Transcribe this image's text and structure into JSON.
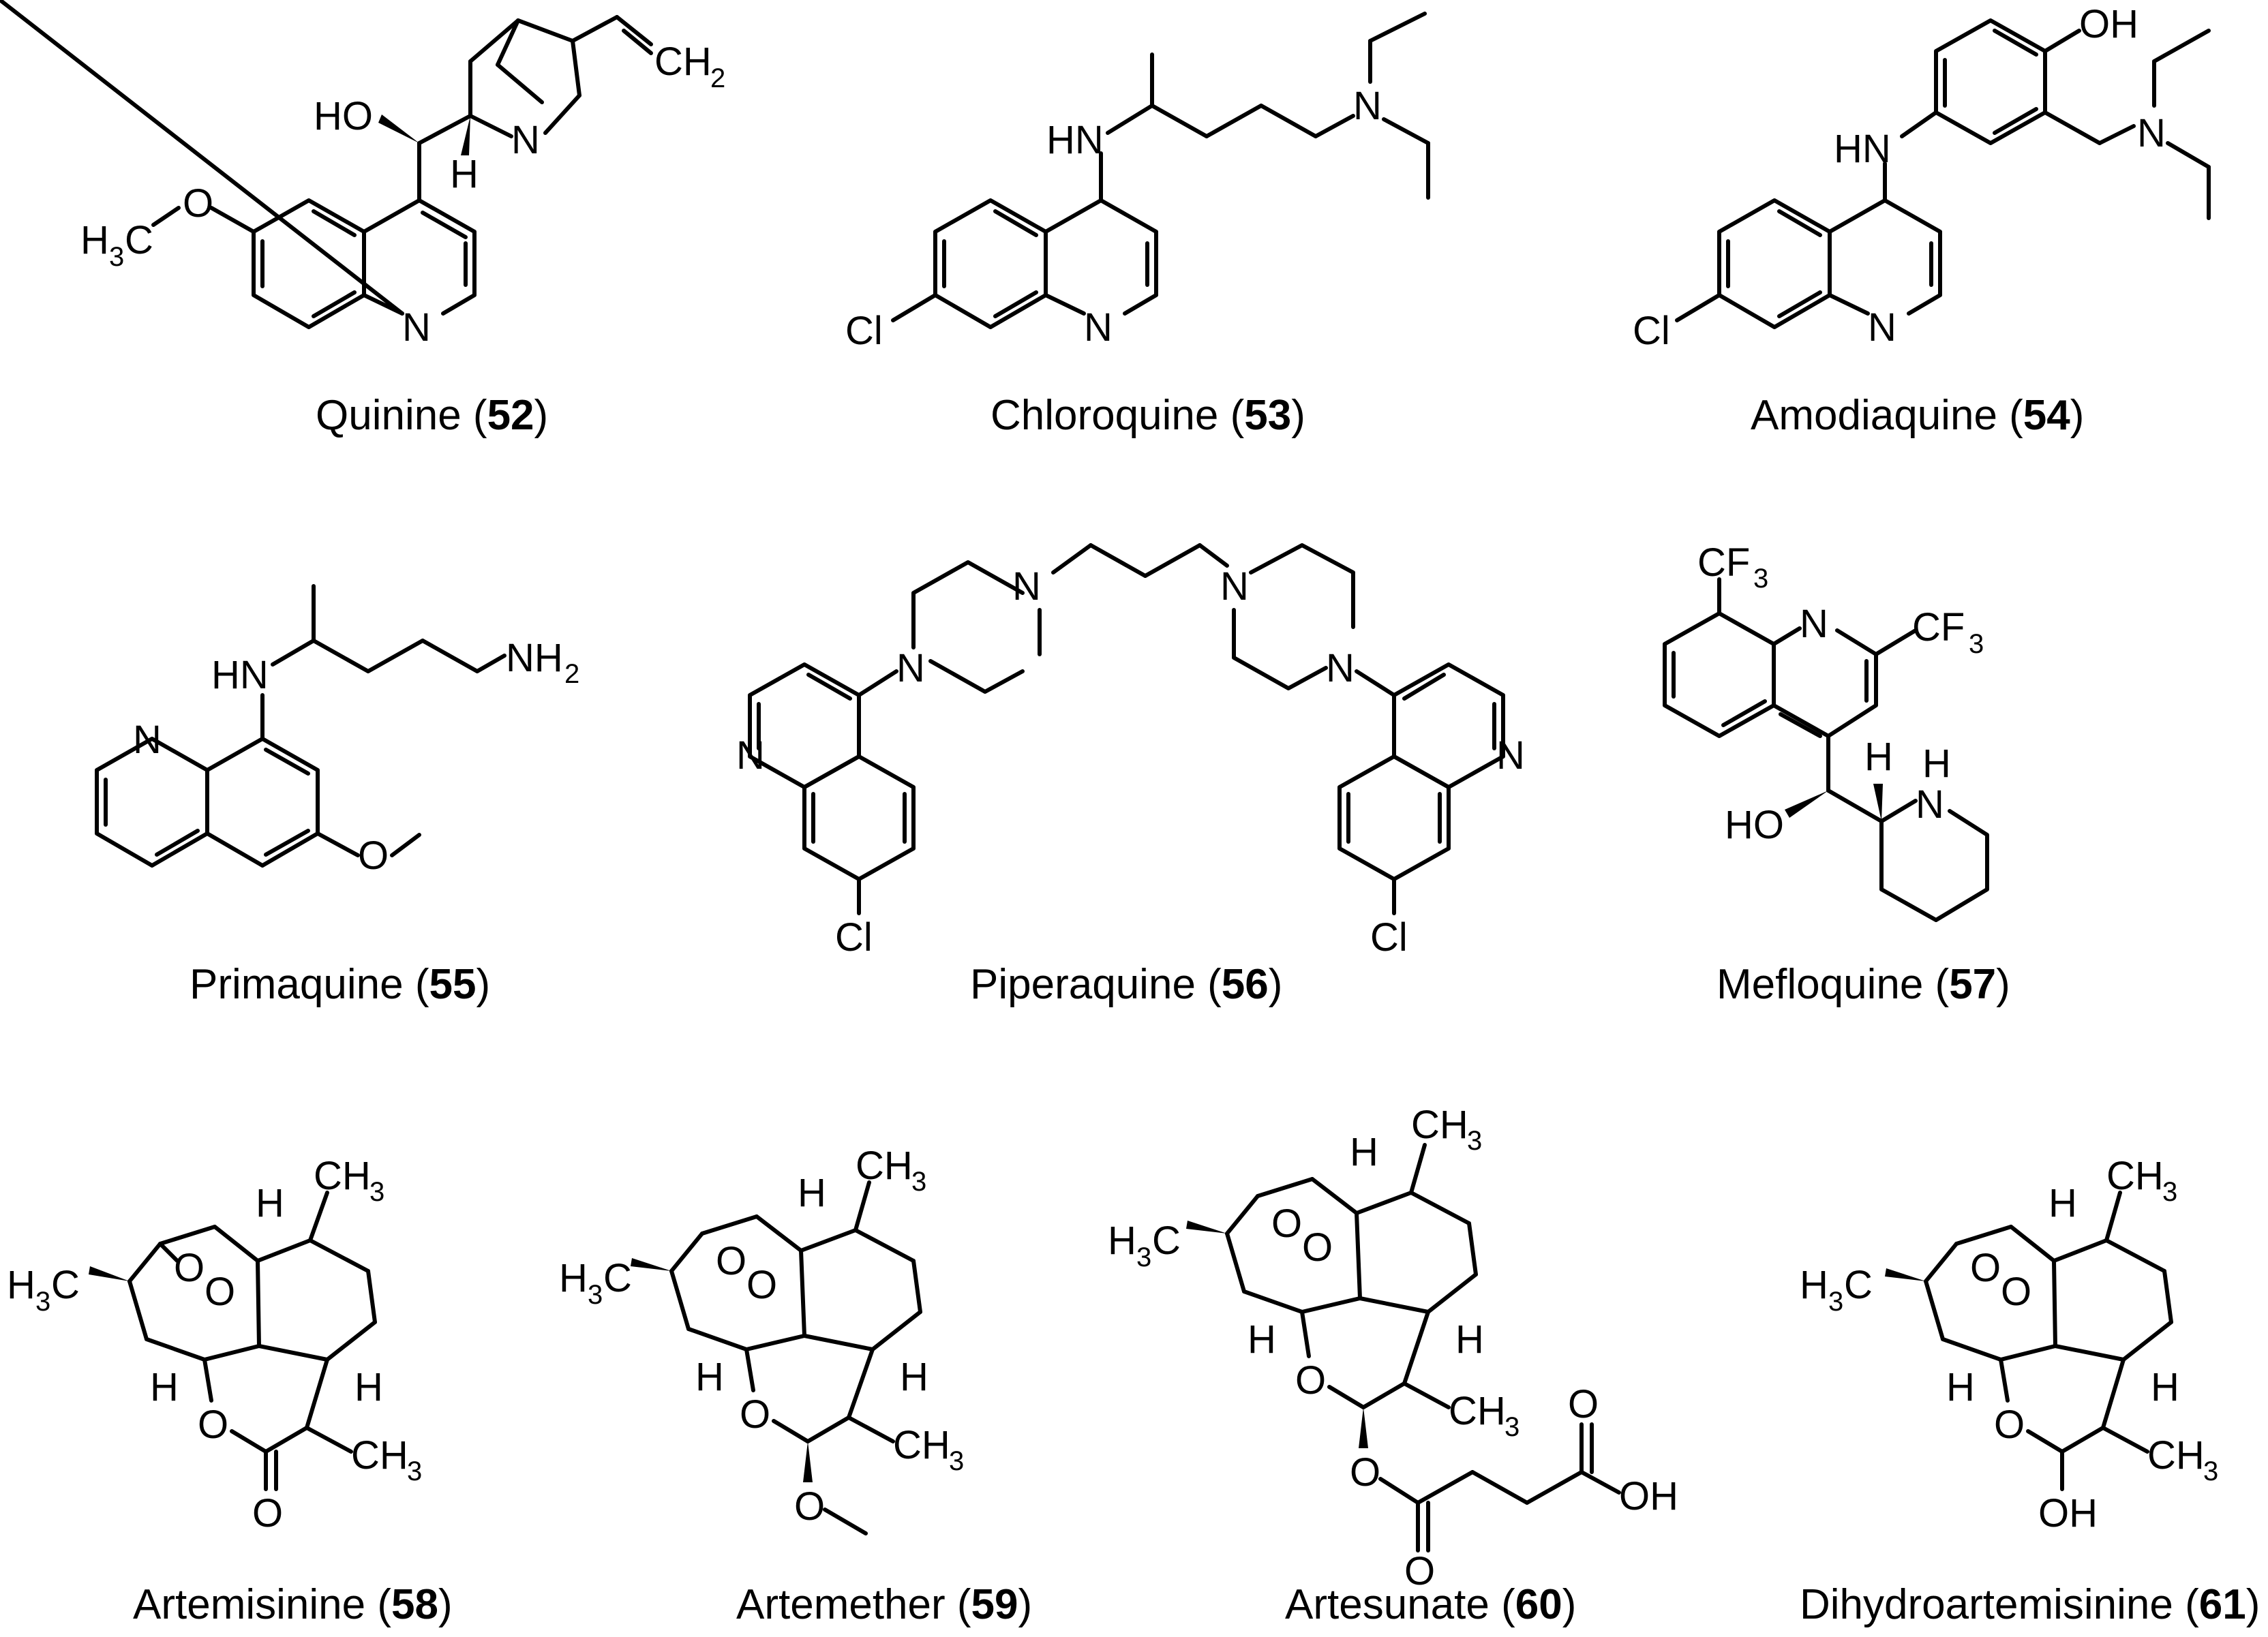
{
  "compounds": [
    {
      "name": "Quinine",
      "number": "52",
      "label": "Quinine (52)"
    },
    {
      "name": "Chloroquine",
      "number": "53",
      "label": "Chloroquine (53)"
    },
    {
      "name": "Amodiaquine",
      "number": "54",
      "label": "Amodiaquine (54)"
    },
    {
      "name": "Primaquine",
      "number": "55",
      "label": "Primaquine (55)"
    },
    {
      "name": "Piperaquine",
      "number": "56",
      "label": "Piperaquine (56)"
    },
    {
      "name": "Mefloquine",
      "number": "57",
      "label": "Mefloquine (57)"
    },
    {
      "name": "Artemisinine",
      "number": "58",
      "label": "Artemisinine (58)"
    },
    {
      "name": "Artemether",
      "number": "59",
      "label": "Artemether (59)"
    },
    {
      "name": "Artesunate",
      "number": "60",
      "label": "Artesunate (60)"
    },
    {
      "name": "Dihydroartemisinine",
      "number": "61",
      "label": "Dihydroartemisinine (61)"
    }
  ],
  "atom_labels": {
    "q52": {
      "ho": "HO",
      "h": "H",
      "n_ring": "N",
      "n_bridge": "N",
      "ch2": "CH",
      "ch2_sub": "2",
      "h3c_h": "H",
      "h3c_sub": "3",
      "h3c_c": "C",
      "o": "O"
    },
    "c53": {
      "hn": "HN",
      "n_amine": "N",
      "cl": "Cl",
      "n_ring": "N"
    },
    "a54": {
      "oh": "OH",
      "hn": "HN",
      "n_amine": "N",
      "cl": "Cl",
      "n_ring": "N"
    },
    "p55": {
      "hn": "HN",
      "nh": "NH",
      "nh_sub": "2",
      "n_ring": "N",
      "o": "O"
    },
    "pq56": {
      "n1": "N",
      "n2": "N",
      "n3": "N",
      "n4": "N",
      "n_left": "N",
      "n_right": "N",
      "cl_left": "Cl",
      "cl_right": "Cl"
    },
    "m57": {
      "cf3a": "CF",
      "cf3a_sub": "3",
      "cf3b": "CF",
      "cf3b_sub": "3",
      "n_ring": "N",
      "h": "H",
      "nh_n": "N",
      "nh_h": "H",
      "ho": "HO"
    },
    "art": {
      "ch3": "CH",
      "ch3_sub": "3",
      "h3c_h": "H",
      "h3c_c": "C",
      "h": "H",
      "o": "O",
      "oh": "OH"
    }
  }
}
